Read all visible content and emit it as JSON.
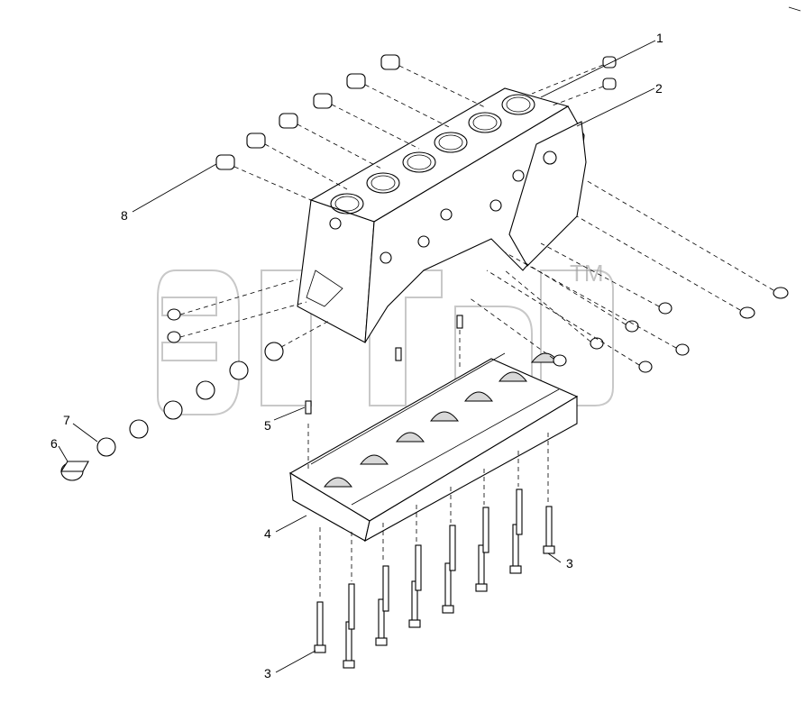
{
  "diagram": {
    "callouts": {
      "c1": "1",
      "c2": "2",
      "c3a": "3",
      "c3b": "3",
      "c4": "4",
      "c5": "5",
      "c6": "6",
      "c7": "7",
      "c8": "8"
    },
    "watermark": {
      "trademark": "TM"
    }
  }
}
